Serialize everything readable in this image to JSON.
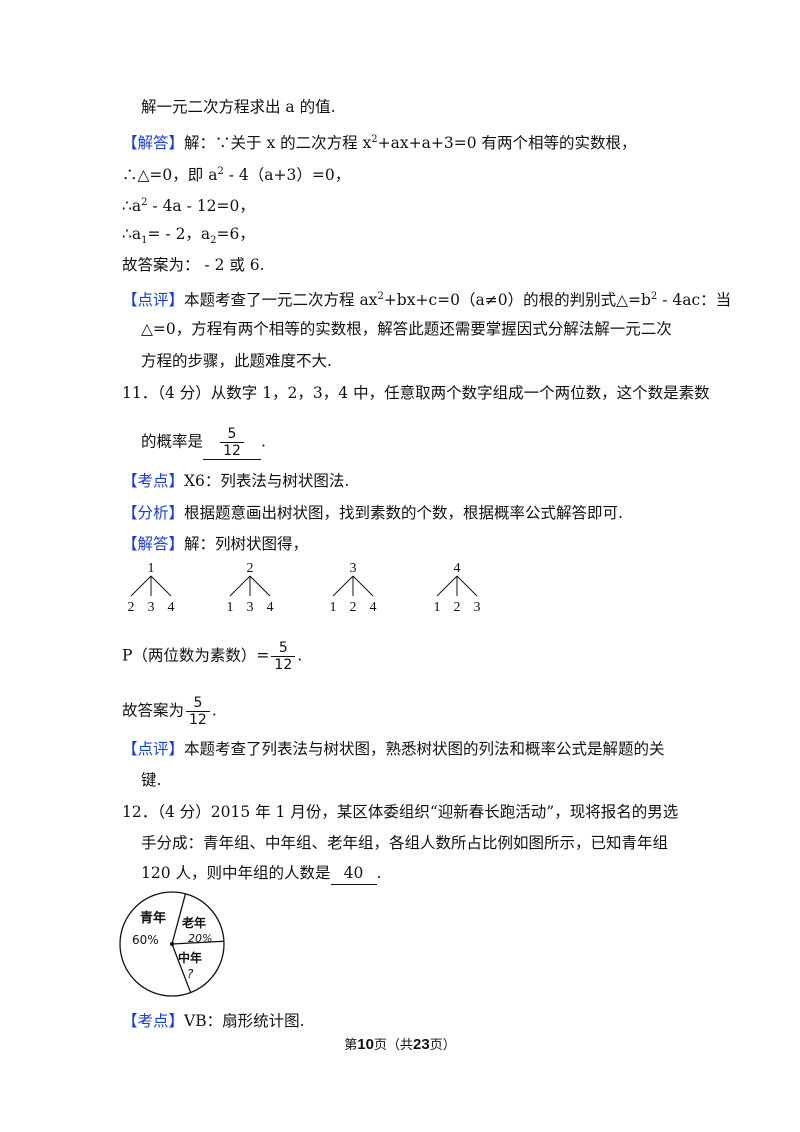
{
  "lines": {
    "l1": "解一元二次方程求出 a 的值.",
    "l2_tag": "【解答】",
    "l2_a": "解：∵关于 x 的二次方程 x",
    "l2_sup": "2",
    "l2_b": "+ax+a+3=0 有两个相等的实数根，",
    "l3_a": "∴△=0，即 a",
    "l3_sup": "2",
    "l3_b": " - 4（a+3）=0，",
    "l4_a": "∴a",
    "l4_sup": "2",
    "l4_b": " - 4a - 12=0，",
    "l5_a": "∴a",
    "l5_sub1": "1",
    "l5_b": "= - 2，a",
    "l5_sub2": "2",
    "l5_c": "=6，",
    "l6": "故答案为： - 2 或 6.",
    "l7_tag": "【点评】",
    "l7_a": "本题考查了一元二次方程 ax",
    "l7_sup1": "2",
    "l7_b": "+bx+c=0（a≠0）的根的判别式△=b",
    "l7_sup2": "2",
    "l7_c": " - 4ac：当",
    "l8": "△=0，方程有两个相等的实数根，解答此题还需要掌握因式分解法解一元二次",
    "l9": "方程的步骤，此题难度不大.",
    "l10": "11．（4 分）从数字 1，2，3，4 中，任意取两个数字组成一个两位数，这个数是素数",
    "l11_a": "的概率是",
    "l11_b": ".",
    "l12_tag": "【考点】",
    "l12": "X6：列表法与树状图法.",
    "l13_tag": "【分析】",
    "l13": "根据题意画出树状图，找到素数的个数，根据概率公式解答即可.",
    "l14_tag": "【解答】",
    "l14": "解：列树状图得，",
    "l15_a": "P（两位数为素数）=",
    "l15_b": ".",
    "l16_a": "故答案为",
    "l16_b": ".",
    "l17_tag": "【点评】",
    "l17": "本题考查了列表法与树状图，熟悉树状图的列法和概率公式是解题的关",
    "l18": "键.",
    "l19": "12．（4 分）2015 年 1 月份，某区体委组织“迎新春长跑活动”，现将报名的男选",
    "l20": "手分成：青年组、中年组、老年组，各组人数所占比例如图所示，已知青年组",
    "l21_a": "120 人，则中年组的人数是",
    "l21_ans": "40",
    "l21_b": ".",
    "l22_tag": "【考点】",
    "l22": "VB：扇形统计图."
  },
  "fraction_answer": {
    "num": "5",
    "den": "12"
  },
  "trees": [
    {
      "root": "1",
      "leaves": [
        "2",
        "3",
        "4"
      ]
    },
    {
      "root": "2",
      "leaves": [
        "1",
        "3",
        "4"
      ]
    },
    {
      "root": "3",
      "leaves": [
        "1",
        "2",
        "4"
      ]
    },
    {
      "root": "4",
      "leaves": [
        "1",
        "2",
        "3"
      ]
    }
  ],
  "chart_data": {
    "type": "pie",
    "categories": [
      "青年",
      "老年",
      "中年"
    ],
    "values": [
      60,
      20,
      20
    ],
    "value_labels": [
      "60%",
      "20%",
      "?"
    ],
    "title": "",
    "legend": "none"
  },
  "footer": {
    "pre": "第",
    "page": "10",
    "mid": "页（共",
    "total": "23",
    "post": "页）"
  },
  "colors": {
    "tag": "#1a3fd0",
    "text": "#111111"
  }
}
